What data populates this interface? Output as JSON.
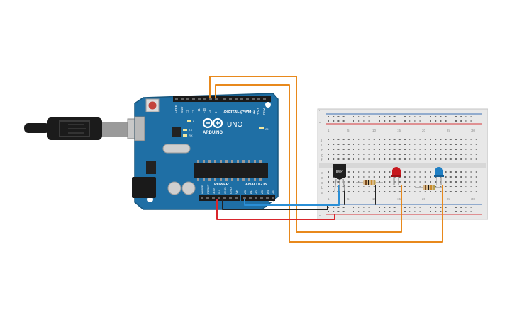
{
  "arduino": {
    "brand": "ARDUINO",
    "model": "UNO",
    "digital_header": "DIGITAL (PWM~)",
    "power_header": "POWER",
    "analog_header": "ANALOG IN",
    "on_led": "ON",
    "tx_led": "TX",
    "rx_led": "RX",
    "l_led": "L",
    "power_pins": [
      "IOREF",
      "RESET",
      "3.3V",
      "5V",
      "GND",
      "GND",
      "Vin"
    ],
    "analog_pins": [
      "A0",
      "A1",
      "A2",
      "A3",
      "A4",
      "A5"
    ],
    "digital_pins": [
      "AREF",
      "GND",
      "13",
      "12",
      "~11",
      "~10",
      "~9",
      "8",
      "7",
      "~6",
      "~5",
      "4",
      "~3",
      "2",
      "TX▸1",
      "RX◂0"
    ]
  },
  "sensor": {
    "label": "TMP"
  },
  "breadboard": {
    "row_letters_top": [
      "j",
      "i",
      "h",
      "g",
      "f"
    ],
    "row_letters_bottom": [
      "e",
      "d",
      "c",
      "b",
      "a"
    ],
    "column_numbers": [
      "1",
      "5",
      "10",
      "15",
      "20",
      "25",
      "30"
    ]
  },
  "colors": {
    "board": "#1f6fa5",
    "wire_orange": "#e8891c",
    "wire_red": "#d9262c",
    "wire_black": "#222222",
    "wire_blue": "#2a8fd6",
    "led_red": "#c8181e",
    "led_blue": "#1f7fc4"
  }
}
